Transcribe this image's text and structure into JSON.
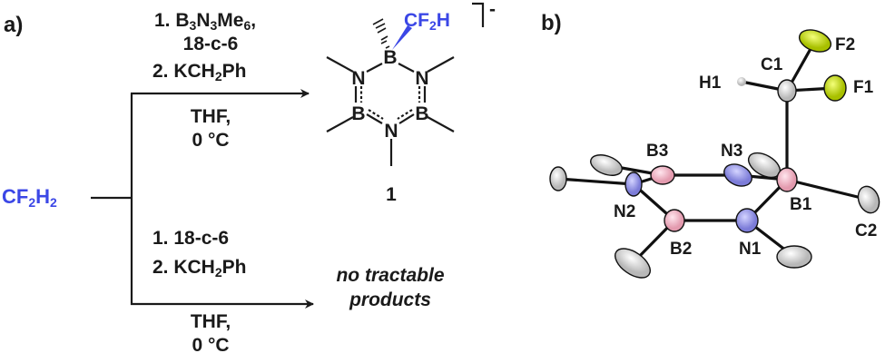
{
  "panel_a": {
    "label": "a)",
    "reactant": {
      "main": "CF",
      "sub1": "2",
      "h": "H",
      "sub2": "2"
    },
    "upper_conditions": {
      "line1": {
        "a": "1. B",
        "s1": "3",
        "b": "N",
        "s2": "3",
        "c": "Me",
        "s3": "6",
        "d": ","
      },
      "line2": "18-c-6",
      "line3": {
        "a": "2. KCH",
        "s": "2",
        "b": "Ph"
      },
      "line4": "THF,",
      "line5": "0 °C"
    },
    "lower_conditions": {
      "line1": "1. 18-c-6",
      "line2": {
        "a": "2. KCH",
        "s": "2",
        "b": "Ph"
      },
      "line3": "THF,",
      "line4": "0 °C"
    },
    "product": {
      "substituent": {
        "a": "CF",
        "s": "2",
        "b": "H"
      },
      "charge": "-",
      "atoms": {
        "b_top": "B",
        "n_left": "N",
        "n_right": "N",
        "b_ll": "B",
        "b_lr": "B",
        "n_bottom": "N"
      },
      "compound_number": "1"
    },
    "no_product": {
      "line1": "no tractable",
      "line2": "products"
    }
  },
  "panel_b": {
    "label": "b)",
    "atom_labels": [
      "F2",
      "F1",
      "C1",
      "H1",
      "B3",
      "N3",
      "N2",
      "B1",
      "B2",
      "N1",
      "C2"
    ]
  },
  "colors": {
    "blue": "#3b47e6",
    "fluorine": "#c8e000",
    "nitrogen": "#9a9ae8",
    "boron": "#f2b8c6",
    "carbon": "#e8e8e8"
  }
}
